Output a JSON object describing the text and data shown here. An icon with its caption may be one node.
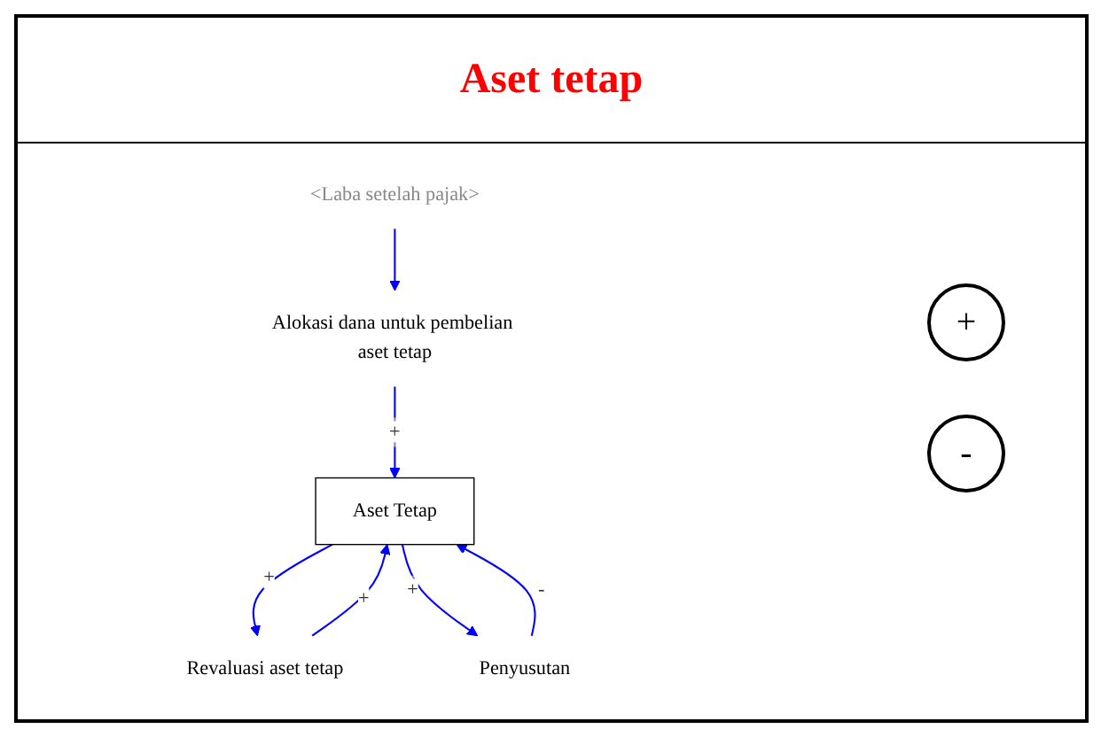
{
  "diagram": {
    "title": "Aset tetap",
    "nodes": [
      {
        "text": [
          "Alokasi dana untuk pembelian aset tetap"
        ]
      },
      {
        "text": [
          "<Laba setelah pajak>"
        ]
      },
      {
        "text": [
          "Aset Tetap"
        ]
      },
      {
        "text": [
          "Revaluasi aset tetap"
        ]
      },
      {
        "text": [
          "Penyusutan"
        ]
      }
    ],
    "edges": [
      {
        "from": 1,
        "to": 0,
        "arrow": "to"
      },
      {
        "from": 0,
        "to": 2,
        "arrow": "to",
        "label": "+"
      },
      {
        "from": 3,
        "to": 2,
        "arrow": "to",
        "label": "+"
      },
      {
        "from": 2,
        "to": 3,
        "arrow": "to",
        "label": "+"
      },
      {
        "from": 2,
        "to": 4,
        "arrow": "to",
        "label": "+"
      },
      {
        "from": 4,
        "to": 2,
        "arrow": "to",
        "label": "-"
      }
    ],
    "labels": [
      "+",
      "-"
    ]
  }
}
